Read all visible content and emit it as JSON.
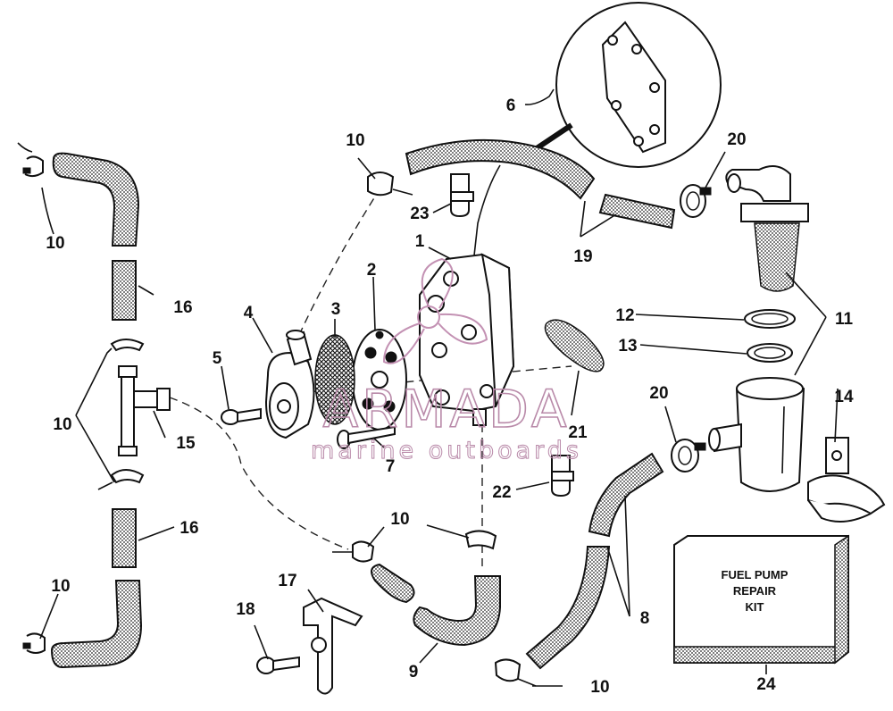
{
  "callouts": {
    "c1": "1",
    "c2": "2",
    "c3": "3",
    "c4": "4",
    "c5": "5",
    "c6": "6",
    "c7": "7",
    "c8": "8",
    "c9": "9",
    "c10a": "10",
    "c10b": "10",
    "c10c": "10",
    "c10d": "10",
    "c10e": "10",
    "c10f": "10",
    "c11": "11",
    "c12": "12",
    "c13": "13",
    "c14": "14",
    "c15": "15",
    "c16a": "16",
    "c16b": "16",
    "c17": "17",
    "c18": "18",
    "c19": "19",
    "c20a": "20",
    "c20b": "20",
    "c21": "21",
    "c22": "22",
    "c23": "23",
    "c24": "24"
  },
  "kit_box": {
    "line1": "FUEL PUMP",
    "line2": "REPAIR",
    "line3": "KIT"
  },
  "watermark": {
    "brand": "ARMADA",
    "tagline": "marine outboards"
  }
}
